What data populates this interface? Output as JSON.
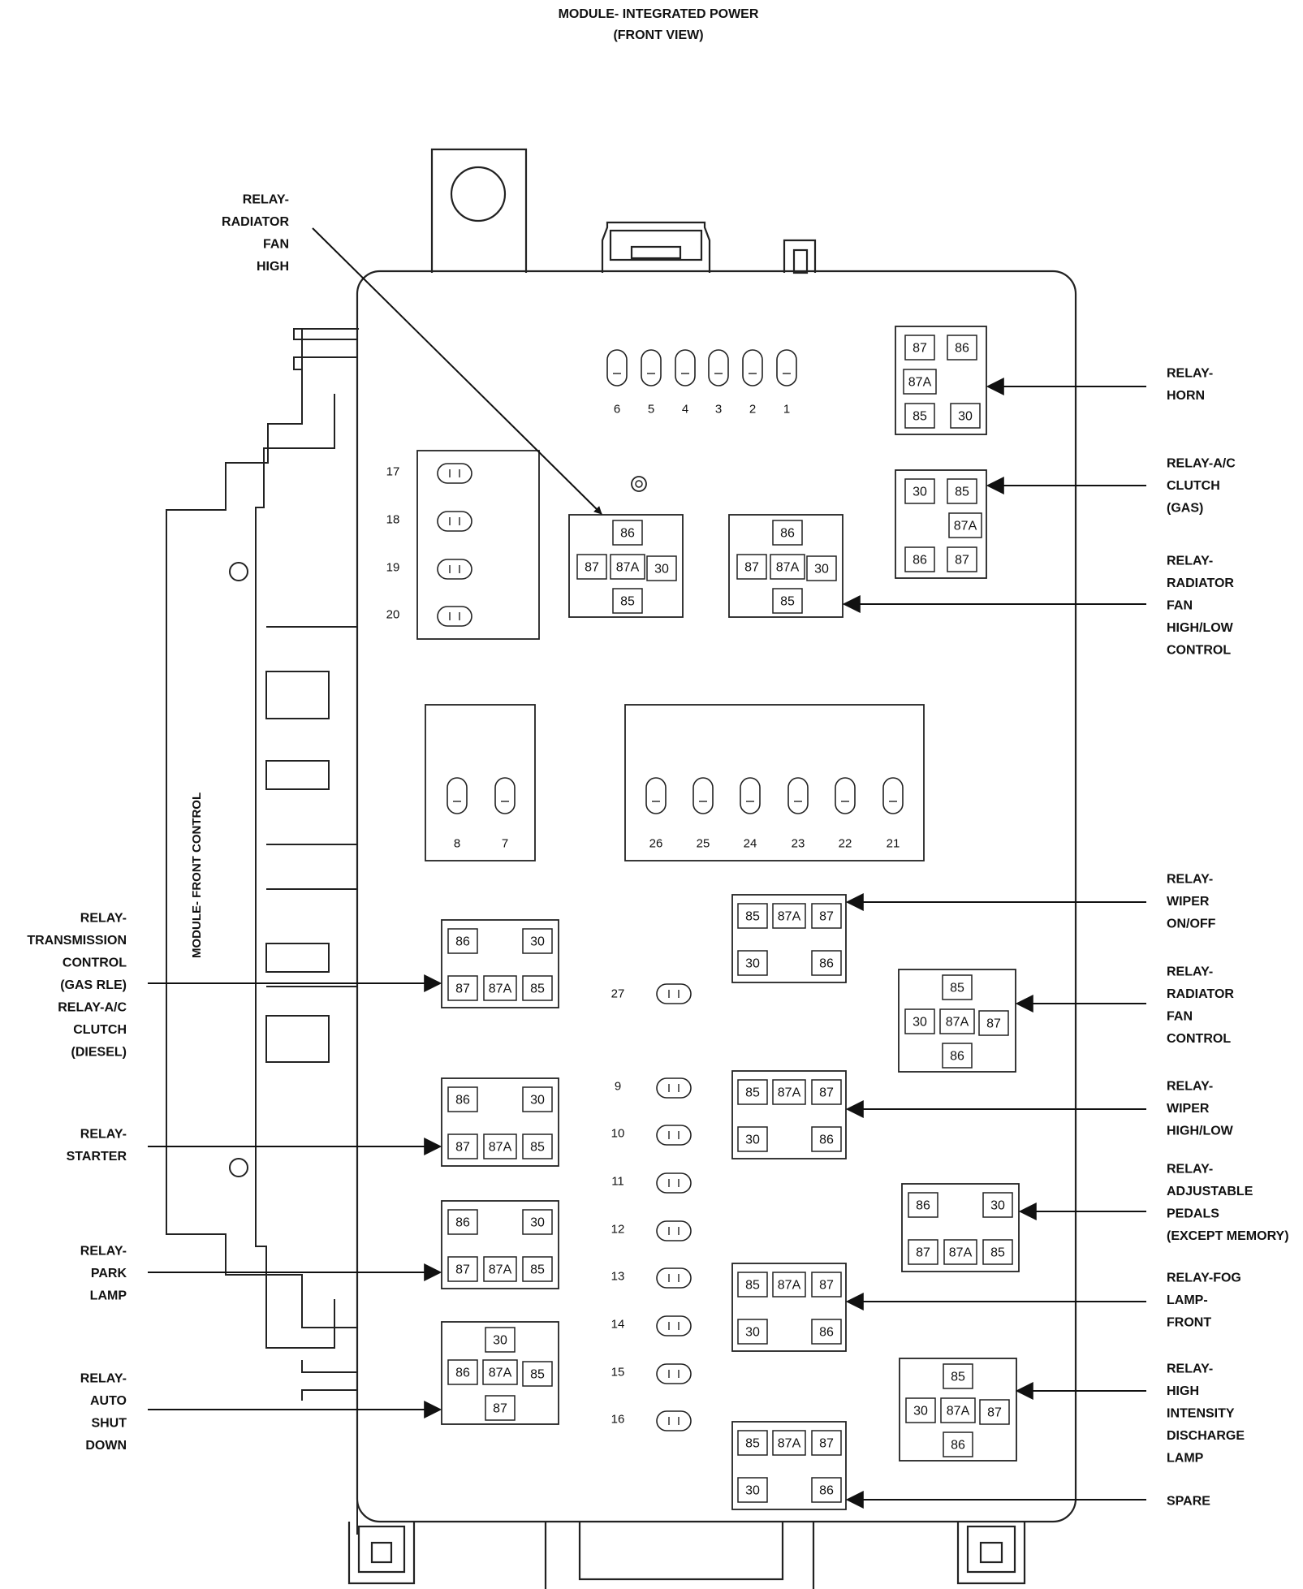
{
  "title": {
    "line1": "MODULE- INTEGRATED POWER",
    "line2": "(FRONT VIEW)"
  },
  "side_label": "MODULE- FRONT CONTROL",
  "callouts": {
    "radiator_fan_high": [
      "RELAY-",
      "RADIATOR",
      "FAN",
      "HIGH"
    ],
    "horn": [
      "RELAY-",
      "HORN"
    ],
    "ac_clutch_gas": [
      "RELAY-A/C",
      "CLUTCH",
      "(GAS)"
    ],
    "radiator_fan_high_low": [
      "RELAY-",
      "RADIATOR",
      "FAN",
      "HIGH/LOW",
      "CONTROL"
    ],
    "wiper_on_off": [
      "RELAY-",
      "WIPER",
      "ON/OFF"
    ],
    "radiator_fan_control": [
      "RELAY-",
      "RADIATOR",
      "FAN",
      "CONTROL"
    ],
    "wiper_high_low": [
      "RELAY-",
      "WIPER",
      "HIGH/LOW"
    ],
    "adjustable_pedals": [
      "RELAY-",
      "ADJUSTABLE",
      "PEDALS",
      "(EXCEPT MEMORY)"
    ],
    "fog_lamp_front": [
      "RELAY-FOG",
      "LAMP-",
      "FRONT"
    ],
    "hid_lamp": [
      "RELAY-",
      "HIGH",
      "INTENSITY",
      "DISCHARGE",
      "LAMP"
    ],
    "spare": [
      "SPARE"
    ],
    "transmission_control": [
      "RELAY-",
      "TRANSMISSION",
      "CONTROL",
      "(GAS RLE)",
      "RELAY-A/C",
      "CLUTCH",
      "(DIESEL)"
    ],
    "starter": [
      "RELAY-",
      "STARTER"
    ],
    "park_lamp": [
      "RELAY-",
      "PARK",
      "LAMP"
    ],
    "auto_shut_down": [
      "RELAY-",
      "AUTO",
      "SHUT",
      "DOWN"
    ]
  },
  "pins": {
    "p87": "87",
    "p86": "86",
    "p85": "85",
    "p30": "30",
    "p87a": "87A"
  },
  "fuses": {
    "top_row": [
      "6",
      "5",
      "4",
      "3",
      "2",
      "1"
    ],
    "left_column": [
      "17",
      "18",
      "19",
      "20"
    ],
    "pair": [
      "8",
      "7"
    ],
    "middle_row": [
      "26",
      "25",
      "24",
      "23",
      "22",
      "21"
    ],
    "center_single": "27",
    "center_column": [
      "9",
      "10",
      "11",
      "12",
      "13",
      "14",
      "15",
      "16"
    ]
  },
  "colors": {
    "ink": "#222222",
    "background": "#ffffff"
  }
}
